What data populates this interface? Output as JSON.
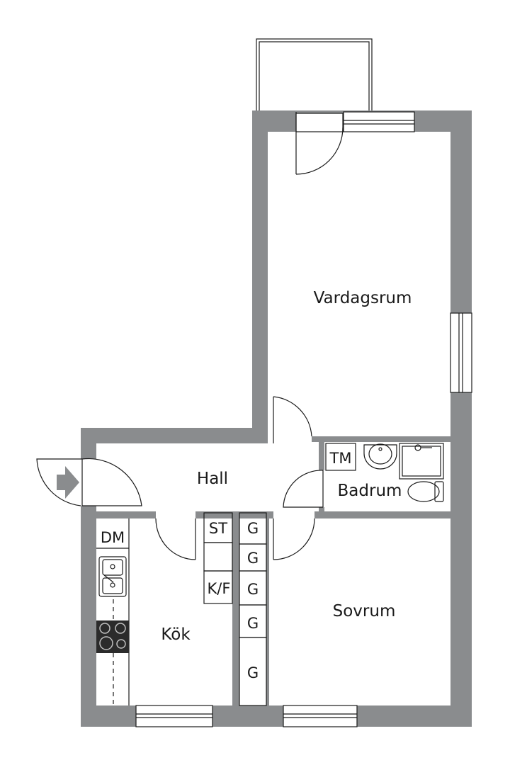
{
  "rooms": {
    "vardagsrum": "Vardagsrum",
    "hall": "Hall",
    "badrum": "Badrum",
    "kok": "Kök",
    "sovrum": "Sovrum"
  },
  "fixtures": {
    "tm": "TM",
    "dm": "DM",
    "st": "ST",
    "kf": "K/F",
    "wardrobes": [
      "G",
      "G",
      "G",
      "G",
      "G"
    ]
  },
  "colors": {
    "wall": "#8a8c8e",
    "line": "#1a1a1a",
    "stove": "#2b2b2b",
    "entry_arrow": "#8a8c8e"
  },
  "icons": [
    "entrance-arrow-icon",
    "sink-icon",
    "stove-icon",
    "washbasin-icon",
    "shower-icon",
    "toilet-icon"
  ]
}
